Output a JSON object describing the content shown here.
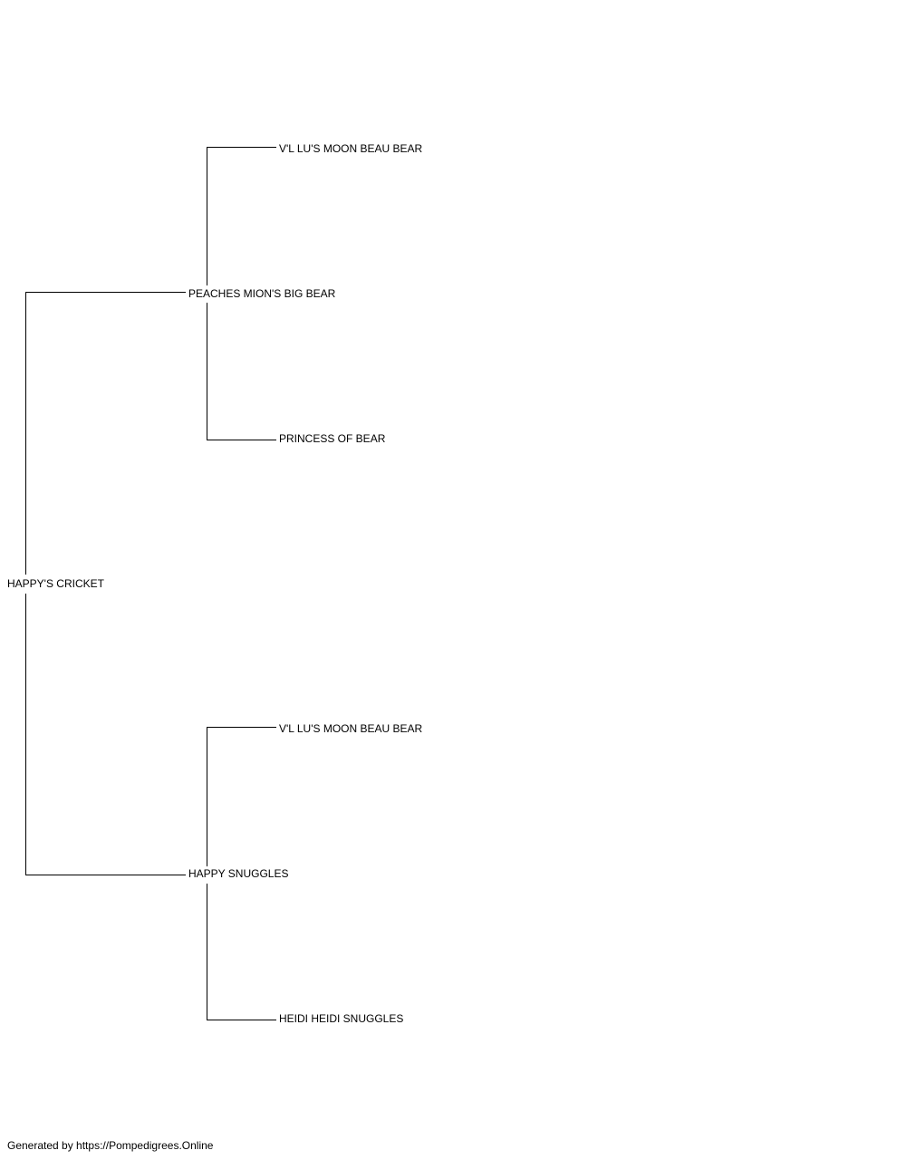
{
  "pedigree": {
    "subject": {
      "name": "HAPPY'S CRICKET"
    },
    "sire": {
      "name": "PEACHES MION'S BIG BEAR",
      "sire": {
        "name": "V'L LU'S MOON BEAU BEAR"
      },
      "dam": {
        "name": "PRINCESS OF BEAR"
      }
    },
    "dam": {
      "name": "HAPPY SNUGGLES",
      "sire": {
        "name": "V'L LU'S MOON BEAU BEAR"
      },
      "dam": {
        "name": "HEIDI HEIDI SNUGGLES"
      }
    }
  },
  "footer": {
    "credit": "Generated by https://Pompedigrees.Online"
  }
}
